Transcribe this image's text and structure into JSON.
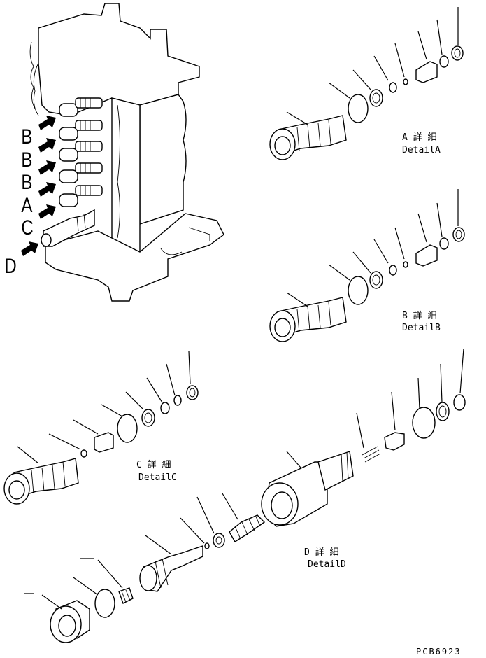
{
  "valve_labels": [
    "B",
    "B",
    "B",
    "A",
    "C",
    "D"
  ],
  "details": [
    {
      "id": "detail-a",
      "jp": "A 詳 細",
      "en": "DetailA"
    },
    {
      "id": "detail-b",
      "jp": "B 詳 細",
      "en": "DetailB"
    },
    {
      "id": "detail-c",
      "jp": "C 詳 細",
      "en": "DetailC"
    },
    {
      "id": "detail-d",
      "jp": "D 詳 細",
      "en": "DetailD"
    }
  ],
  "drawing_code": "PCB6923"
}
